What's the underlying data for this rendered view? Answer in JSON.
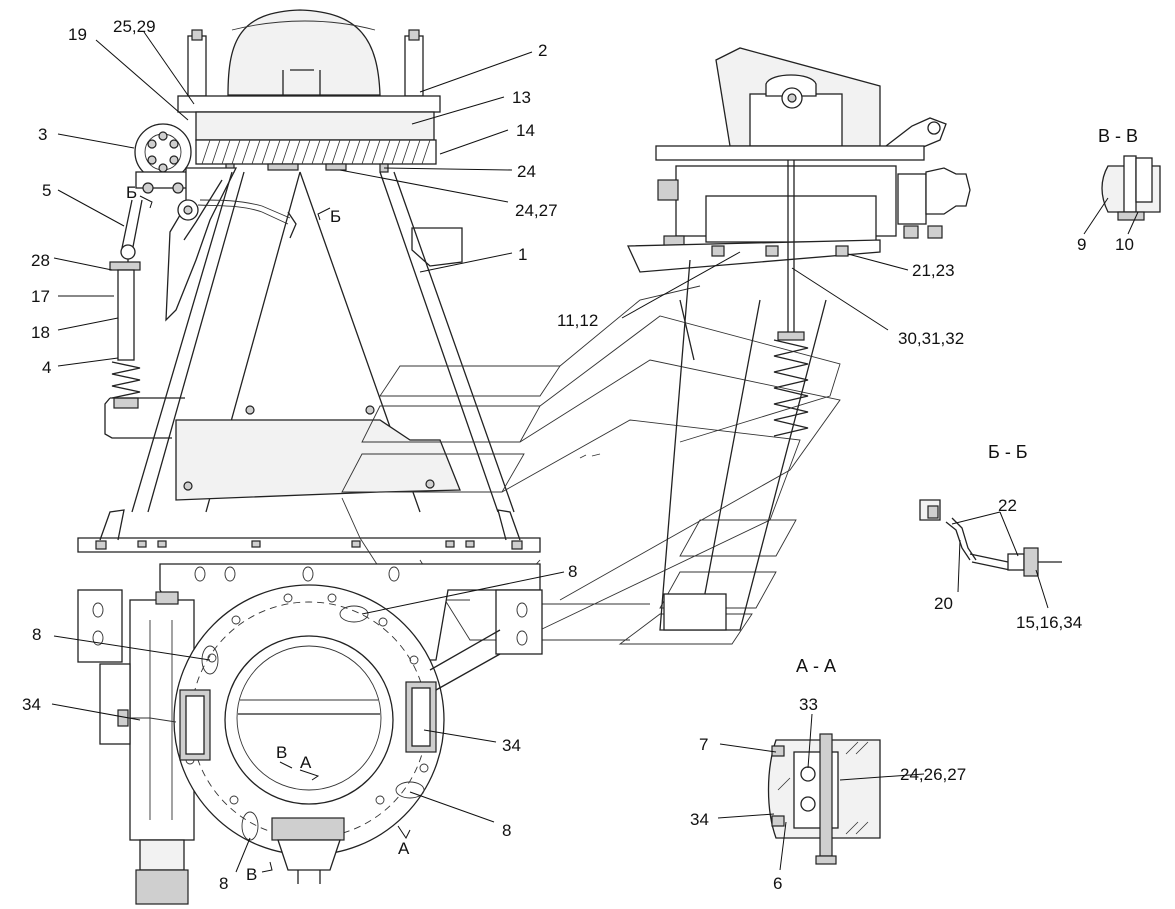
{
  "callouts": [
    {
      "id": "c19",
      "text": "19"
    },
    {
      "id": "c25_29",
      "text": "25,29"
    },
    {
      "id": "c2",
      "text": "2"
    },
    {
      "id": "c13",
      "text": "13"
    },
    {
      "id": "c3",
      "text": "3"
    },
    {
      "id": "c14",
      "text": "14"
    },
    {
      "id": "c24a",
      "text": "24"
    },
    {
      "id": "c24_27",
      "text": "24,27"
    },
    {
      "id": "c5",
      "text": "5"
    },
    {
      "id": "c28",
      "text": "28"
    },
    {
      "id": "c17",
      "text": "17"
    },
    {
      "id": "c18",
      "text": "18"
    },
    {
      "id": "c4",
      "text": "4"
    },
    {
      "id": "c1",
      "text": "1"
    },
    {
      "id": "c11_12",
      "text": "11,12"
    },
    {
      "id": "c21_23",
      "text": "21,23"
    },
    {
      "id": "c30_31_32",
      "text": "30,31,32"
    },
    {
      "id": "c9",
      "text": "9"
    },
    {
      "id": "c10",
      "text": "10"
    },
    {
      "id": "c22",
      "text": "22"
    },
    {
      "id": "c20",
      "text": "20"
    },
    {
      "id": "c15_16_34",
      "text": "15,16,34"
    },
    {
      "id": "c8a",
      "text": "8"
    },
    {
      "id": "c8b",
      "text": "8"
    },
    {
      "id": "c8c",
      "text": "8"
    },
    {
      "id": "c8d",
      "text": "8"
    },
    {
      "id": "c34a",
      "text": "34"
    },
    {
      "id": "c34b",
      "text": "34"
    },
    {
      "id": "c33",
      "text": "33"
    },
    {
      "id": "c7",
      "text": "7"
    },
    {
      "id": "c24_26_27",
      "text": "24,26,27"
    },
    {
      "id": "c34c",
      "text": "34"
    },
    {
      "id": "c6",
      "text": "6"
    }
  ],
  "sections": {
    "vv": "В - В",
    "bb": "Б - Б",
    "aa": "А - А"
  },
  "cut_marks": {
    "b_left": "Б",
    "b_right": "Б",
    "v_upper": "В",
    "a_upper": "А",
    "a_lower": "А",
    "v_lower": "В"
  }
}
